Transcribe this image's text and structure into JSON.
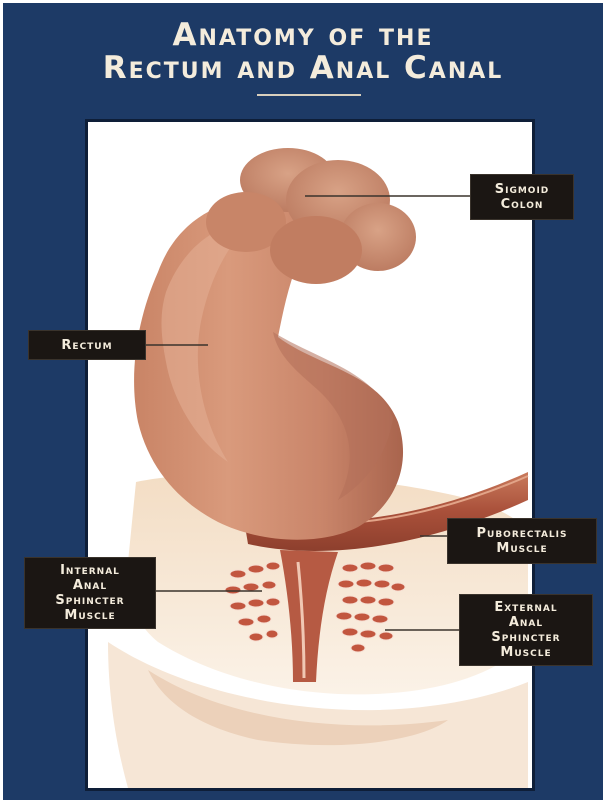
{
  "title": {
    "line1": "Anatomy of the",
    "line2": "Rectum and Anal Canal"
  },
  "labels": {
    "sigmoid_colon": [
      "Sigmoid",
      "Colon"
    ],
    "rectum": [
      "Rectum"
    ],
    "puborectalis_muscle": [
      "Puborectalis",
      "Muscle"
    ],
    "internal_anal_sphincter": [
      "Internal",
      "Anal",
      "Sphincter",
      "Muscle"
    ],
    "external_anal_sphincter": [
      "External",
      "Anal",
      "Sphincter",
      "Muscle"
    ]
  },
  "colors": {
    "background": "#1d3a66",
    "label_bg": "#1b1613",
    "label_text": "#f4ecdc",
    "tissue": "#cf8f73",
    "muscle": "#b2523c"
  }
}
